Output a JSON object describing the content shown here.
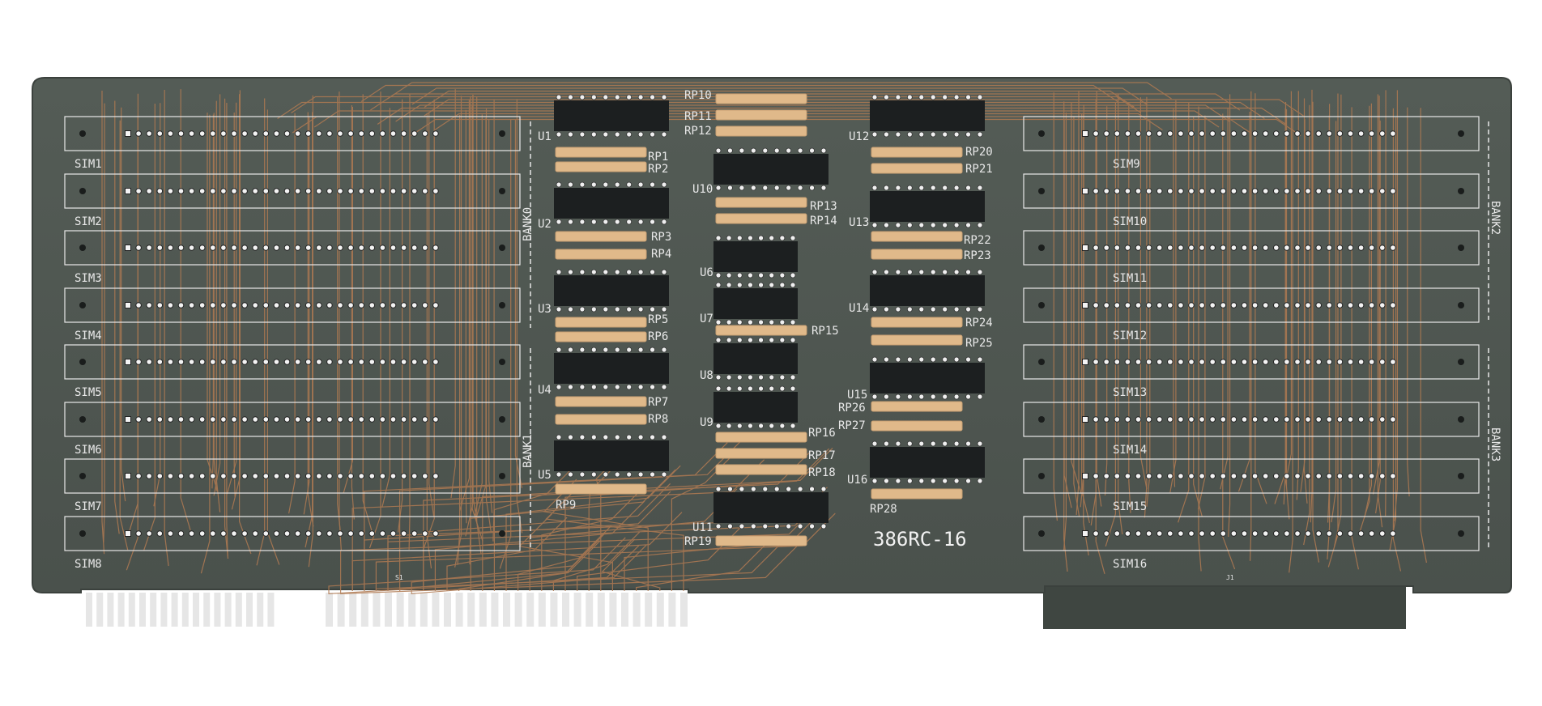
{
  "board": {
    "title": "386RC-16",
    "colors": {
      "pcb": "#4e5650",
      "copper": "#b07a52",
      "pad": "#e0b98a",
      "gold": "#e6e6e6",
      "chip": "#1c1f20",
      "silk": "#e8e8e8"
    }
  },
  "simm_left": [
    "SIM1",
    "SIM2",
    "SIM3",
    "SIM4",
    "SIM5",
    "SIM6",
    "SIM7",
    "SIM8"
  ],
  "simm_right": [
    "SIM9",
    "SIM10",
    "SIM11",
    "SIM12",
    "SIM13",
    "SIM14",
    "SIM15",
    "SIM16"
  ],
  "banks": [
    "BANK0",
    "BANK1",
    "BANK2",
    "BANK3"
  ],
  "connector_labels": [
    "S1",
    "J1"
  ],
  "chips": [
    "U1",
    "U2",
    "U3",
    "U4",
    "U5",
    "U6",
    "U7",
    "U8",
    "U9",
    "U10",
    "U11",
    "U12",
    "U13",
    "U14",
    "U15",
    "U16"
  ],
  "resistor_packs": [
    "RP1",
    "RP2",
    "RP3",
    "RP4",
    "RP5",
    "RP6",
    "RP7",
    "RP8",
    "RP9",
    "RP10",
    "RP11",
    "RP12",
    "RP13",
    "RP14",
    "RP15",
    "RP16",
    "RP17",
    "RP18",
    "RP19",
    "RP20",
    "RP21",
    "RP22",
    "RP23",
    "RP24",
    "RP25",
    "RP26",
    "RP27",
    "RP28"
  ]
}
